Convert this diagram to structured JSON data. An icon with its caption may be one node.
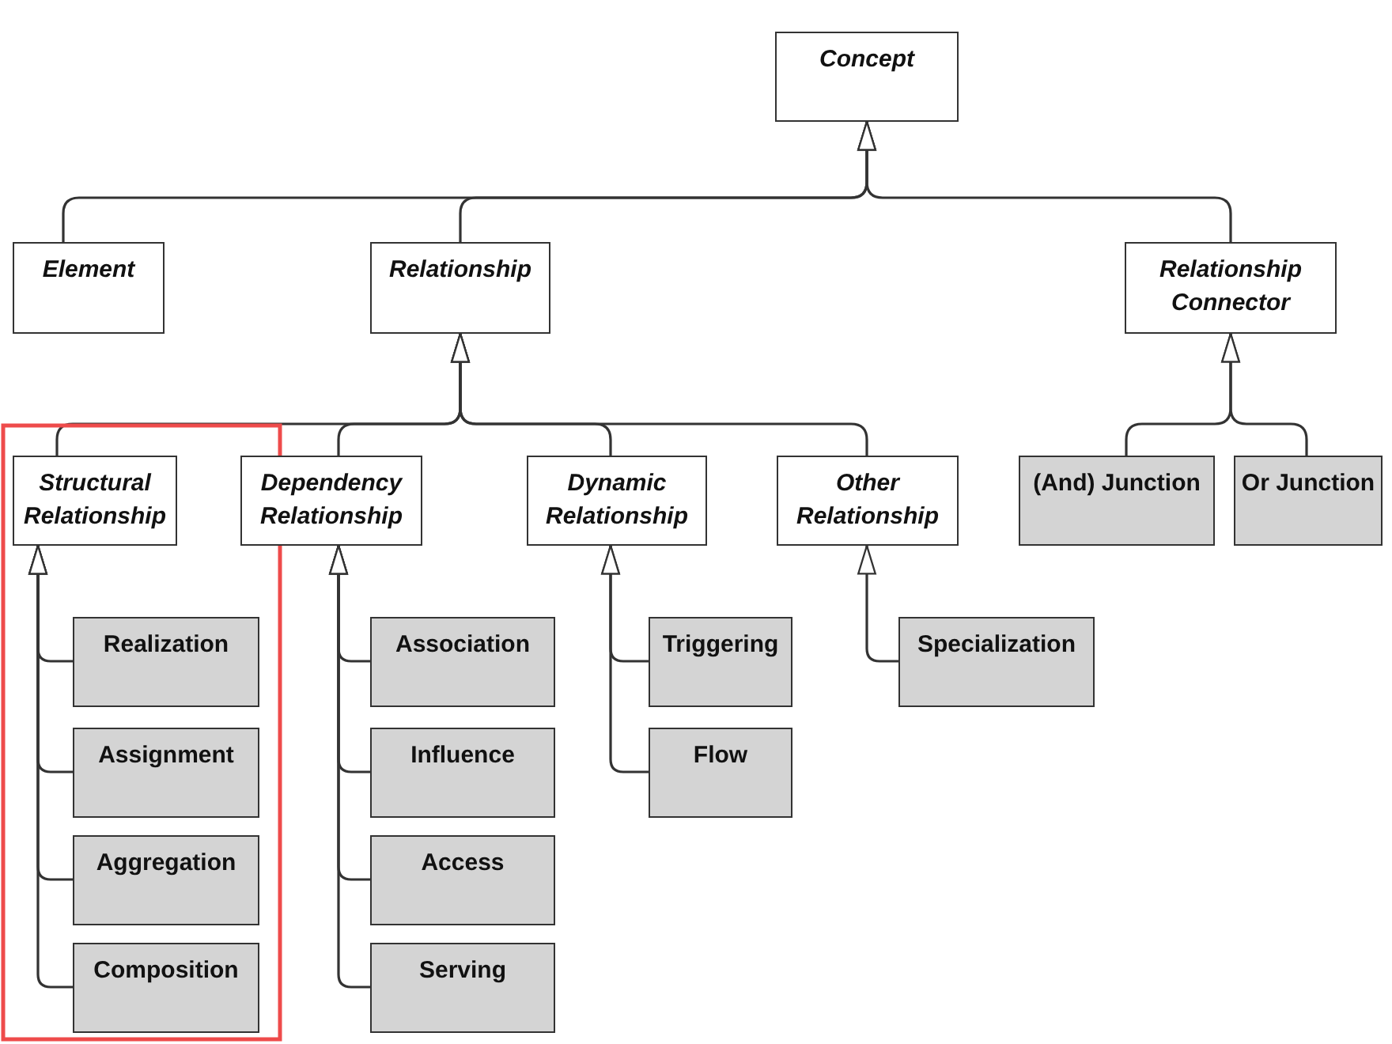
{
  "diagram": {
    "nodes": [
      {
        "text": [
          "Concept"
        ]
      },
      {
        "text": [
          "Element"
        ]
      },
      {
        "text": [
          "Relationship"
        ]
      },
      {
        "text": [
          "Relationship Connector"
        ]
      },
      {
        "text": [
          "Structural Relationship"
        ]
      },
      {
        "text": [
          "Dependency Relationship"
        ]
      },
      {
        "text": [
          "Dynamic Relationship"
        ]
      },
      {
        "text": [
          "Other Relationship"
        ]
      },
      {
        "text": [
          "(And) Junction"
        ]
      },
      {
        "text": [
          "Or Junction"
        ]
      },
      {
        "text": [
          "Realization"
        ]
      },
      {
        "text": [
          "Assignment"
        ]
      },
      {
        "text": [
          "Aggregation"
        ]
      },
      {
        "text": [
          "Composition"
        ]
      },
      {
        "text": [
          "Association"
        ]
      },
      {
        "text": [
          "Influence"
        ]
      },
      {
        "text": [
          "Access"
        ]
      },
      {
        "text": [
          "Serving"
        ]
      },
      {
        "text": [
          "Triggering"
        ]
      },
      {
        "text": [
          "Flow"
        ]
      },
      {
        "text": [
          "Specialization"
        ]
      }
    ],
    "edges": [
      {
        "from": 1,
        "to": 0,
        "arrow": "to"
      },
      {
        "from": 2,
        "to": 0,
        "arrow": "to"
      },
      {
        "from": 3,
        "to": 0,
        "arrow": "to"
      },
      {
        "from": 4,
        "to": 2,
        "arrow": "to"
      },
      {
        "from": 5,
        "to": 2,
        "arrow": "to"
      },
      {
        "from": 6,
        "to": 2,
        "arrow": "to"
      },
      {
        "from": 7,
        "to": 2,
        "arrow": "to"
      },
      {
        "from": 8,
        "to": 3,
        "arrow": "to"
      },
      {
        "from": 9,
        "to": 3,
        "arrow": "to"
      },
      {
        "from": 10,
        "to": 4,
        "arrow": "to"
      },
      {
        "from": 11,
        "to": 4,
        "arrow": "to"
      },
      {
        "from": 12,
        "to": 4,
        "arrow": "to"
      },
      {
        "from": 13,
        "to": 4,
        "arrow": "to"
      },
      {
        "from": 14,
        "to": 5,
        "arrow": "to"
      },
      {
        "from": 15,
        "to": 5,
        "arrow": "to"
      },
      {
        "from": 16,
        "to": 5,
        "arrow": "to"
      },
      {
        "from": 17,
        "to": 5,
        "arrow": "to"
      },
      {
        "from": 18,
        "to": 6,
        "arrow": "to"
      },
      {
        "from": 19,
        "to": 6,
        "arrow": "to"
      },
      {
        "from": 20,
        "to": 7,
        "arrow": "to"
      }
    ]
  }
}
